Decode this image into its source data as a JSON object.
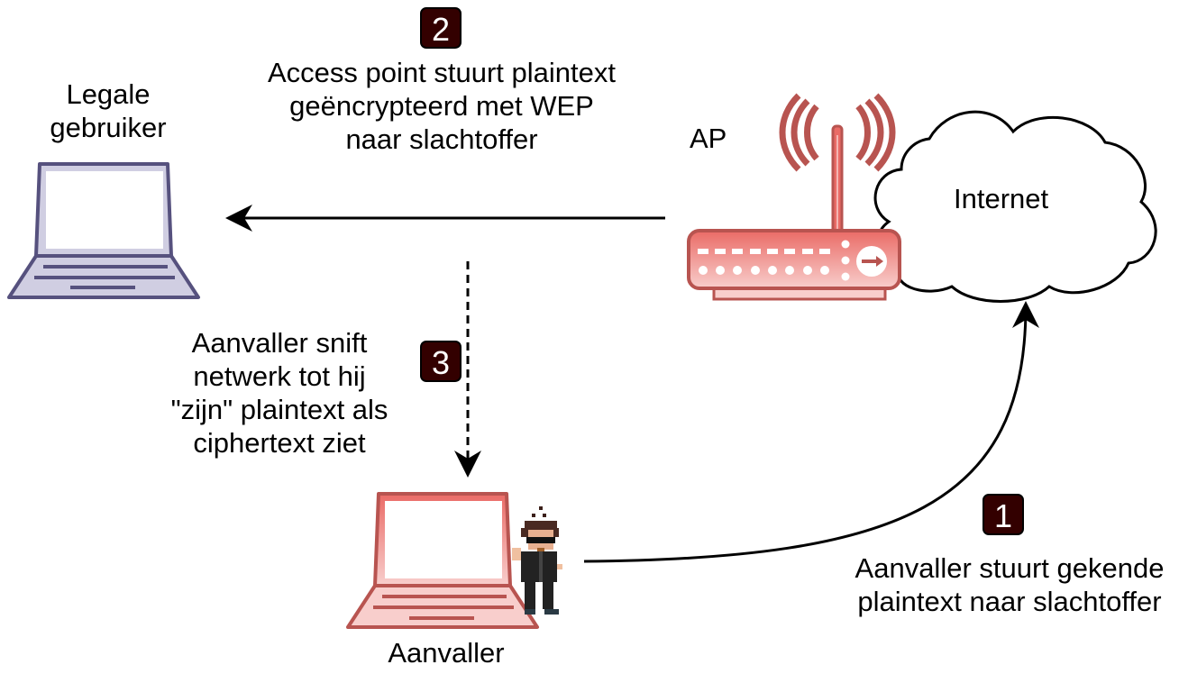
{
  "nodes": {
    "legit_user": {
      "label_line1": "Legale",
      "label_line2": "gebruiker"
    },
    "access_point": {
      "label": "AP"
    },
    "internet": {
      "label": "Internet"
    },
    "attacker": {
      "label": "Aanvaller"
    }
  },
  "steps": [
    {
      "number": "1",
      "text_line1": "Aanvaller stuurt gekende",
      "text_line2": "plaintext naar slachtoffer"
    },
    {
      "number": "2",
      "text_line1": "Access point stuurt plaintext",
      "text_line2": "geëncrypteerd met WEP",
      "text_line3": "naar slachtoffer"
    },
    {
      "number": "3",
      "text_line1": "Aanvaller snift",
      "text_line2": "netwerk tot hij",
      "text_line3": "\"zijn\" plaintext als",
      "text_line4": "ciphertext ziet"
    }
  ],
  "colors": {
    "legit_laptop_stroke": "#56517e",
    "legit_laptop_fill": "#d0cee2",
    "attacker_laptop_stroke": "#b85450",
    "attacker_laptop_fill": "#f8cecc",
    "router_stroke": "#b85450",
    "router_fill_top": "#ea6b66",
    "router_fill_bottom": "#f8cecc",
    "badge_fill": "#330000"
  }
}
